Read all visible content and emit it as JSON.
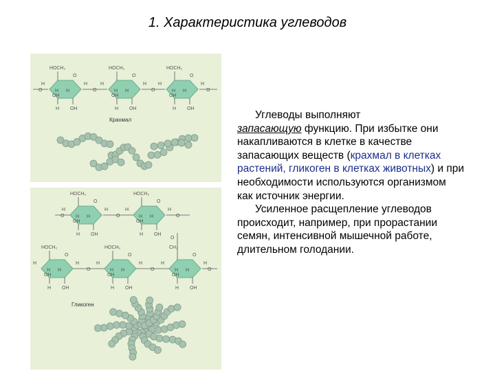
{
  "slide": {
    "title": "1. Характеристика углеводов"
  },
  "figure": {
    "starch_label": "Крахмал",
    "glycogen_label": "Гликоген",
    "atoms": {
      "ch2oh": "HOCH₂",
      "ch2": "CH₂",
      "h": "H",
      "oh": "OH",
      "o": "O"
    },
    "colors": {
      "panel_bg": "#e8f0d8",
      "hexagon": "#8fd0b0",
      "bead": "#a8c2b0"
    }
  },
  "text": {
    "p1_prefix": "Углеводы выполняют",
    "p1_keyword": "запасающую",
    "p1_a": " функцию. При избытке они накапливаются в клетке в качестве запасающих веществ (",
    "p1_blue": "крахмал в клетках растений, гликоген в клетках животных",
    "p1_b": ") и при необходимости используются организмом как источник энергии.",
    "p2": "Усиленное расщепление углеводов происходит, например, при прорастании семян, интенсивной мышечной работе, длительном голодании."
  }
}
